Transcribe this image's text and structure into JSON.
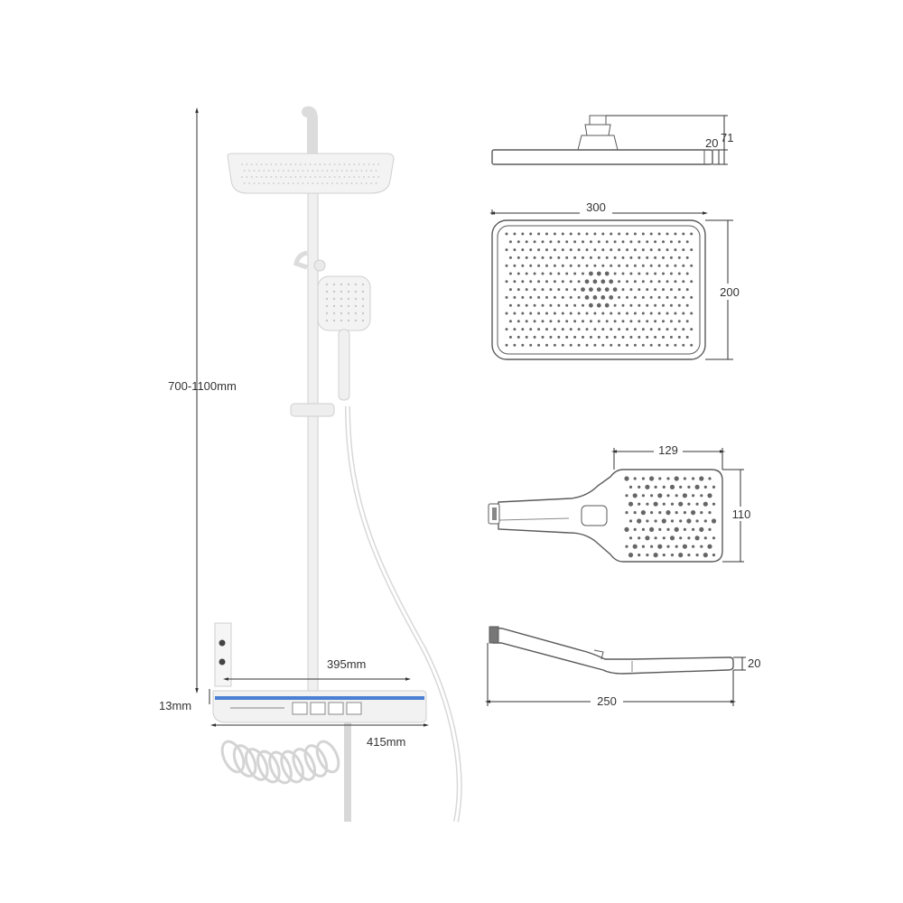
{
  "dimensions": {
    "height_range": "700-1100mm",
    "rail_length": "395mm",
    "shelf_thickness": "13mm",
    "shelf_width": "415mm",
    "head_width": "300",
    "head_depth": "200",
    "head_height_total": "71",
    "head_thickness": "20",
    "hand_width": "129",
    "hand_height": "110",
    "hand_length": "250",
    "hand_thickness": "20"
  },
  "colors": {
    "line": "#333333",
    "outline": "#5a5a5a",
    "body": "#f2f2f2",
    "led_strip": "#4a7fd4"
  }
}
